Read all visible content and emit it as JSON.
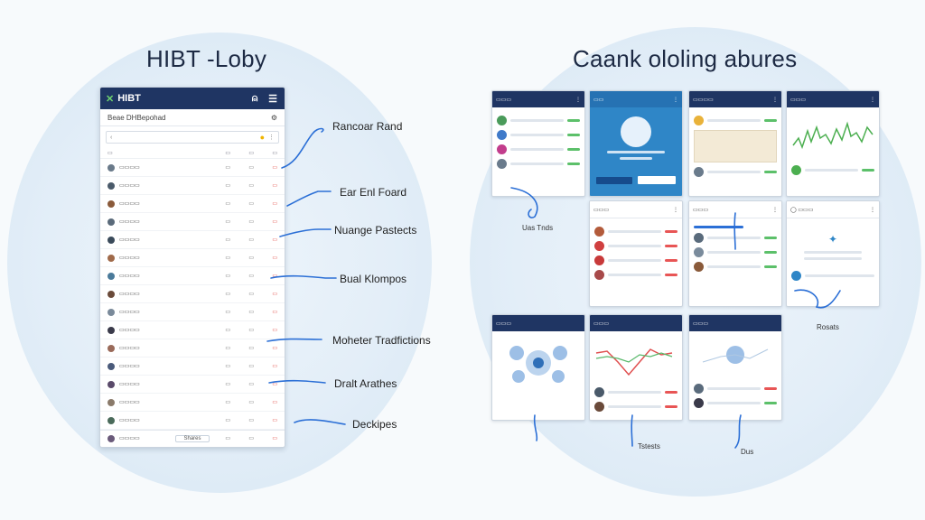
{
  "left": {
    "title": "HIBT -Loby",
    "phone": {
      "brand": "HIBT",
      "subtitle": "Beae DHBepohad",
      "rows": [
        {
          "color": "#6a7a8a"
        },
        {
          "color": "#4a5a6a"
        },
        {
          "color": "#8a5a3a"
        },
        {
          "color": "#5a6a7a"
        },
        {
          "color": "#3a4a5a"
        },
        {
          "color": "#a06a4a"
        },
        {
          "color": "#4a7a9a"
        },
        {
          "color": "#6a4a3a"
        },
        {
          "color": "#7a8a9a"
        },
        {
          "color": "#3a3a4a"
        },
        {
          "color": "#9a6a5a"
        },
        {
          "color": "#4a5a7a"
        },
        {
          "color": "#5a4a6a"
        },
        {
          "color": "#8a7a6a"
        },
        {
          "color": "#4a6a5a"
        },
        {
          "color": "#6a5a7a"
        }
      ],
      "footer": "Shares"
    },
    "annotations": [
      {
        "label": "Rancoar Rand"
      },
      {
        "label": "Ear Enl Foard"
      },
      {
        "label": "Nuange Pastects"
      },
      {
        "label": "Bual Klompos"
      },
      {
        "label": "Moheter Tradfictions"
      },
      {
        "label": "Dralt Arathes"
      },
      {
        "label": "Deckipes"
      }
    ]
  },
  "right": {
    "title": "Caank ololing abures",
    "small_labels": [
      "Uas Tnds",
      "Rosats",
      "Tstests",
      "Dus"
    ]
  },
  "colors": {
    "navy": "#1f3563",
    "accent": "#2f86c7",
    "pen": "#2b6fd6"
  }
}
